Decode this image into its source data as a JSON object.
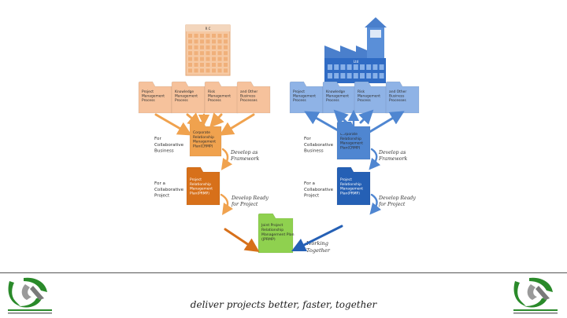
{
  "tagline": "deliver projects better, faster, together",
  "colors": {
    "orange_light": "#f6c29c",
    "orange_mid": "#f0a24e",
    "orange_dark": "#d7701a",
    "blue_light": "#8fb3e6",
    "blue_mid": "#4f86d1",
    "blue_dark": "#2560b5",
    "green": "#8fd14f"
  },
  "left": {
    "building_sign": "R C",
    "processes": [
      [
        "Project",
        "Management",
        "Process"
      ],
      [
        "Knowledge",
        "Management",
        "Process"
      ],
      [
        "Risk",
        "Management",
        "Process"
      ],
      [
        "and Other",
        "Business",
        "Processes"
      ]
    ],
    "corporate": [
      "Corporate",
      "Relationship",
      "Management",
      "Plan(CRMP)"
    ],
    "project": [
      "Project",
      "Relationship",
      "Management",
      "Plan(PRMP)"
    ],
    "side_business": [
      "For",
      "Collaborative",
      "Business"
    ],
    "side_project": [
      "For a",
      "Collaborative",
      "Project"
    ],
    "develop_framework": [
      "Develop as",
      "Framework"
    ],
    "develop_ready": [
      "Develop Ready",
      "for Project"
    ]
  },
  "right": {
    "factory_sign": "Ltd",
    "processes": [
      [
        "Project",
        "Management",
        "Process"
      ],
      [
        "Knowledge",
        "Management",
        "Process"
      ],
      [
        "Risk",
        "Management",
        "Process"
      ],
      [
        "and Other",
        "Business",
        "Processes"
      ]
    ],
    "corporate": [
      "Corporate",
      "Relationship",
      "Management",
      "Plan(CRMP)"
    ],
    "project": [
      "Project",
      "Relationship",
      "Management",
      "Plan(PRMP)"
    ],
    "side_business": [
      "For",
      "Collaborative",
      "Business"
    ],
    "side_project": [
      "For a",
      "Collaborative",
      "Project"
    ],
    "develop_framework": [
      "Develop as",
      "Framework"
    ],
    "develop_ready": [
      "Develop Ready",
      "for Project"
    ]
  },
  "joint": [
    "Joint Project",
    "Relationship",
    "Management Plan",
    "(JPRMP)"
  ],
  "working_together": [
    "Working",
    "Together"
  ]
}
